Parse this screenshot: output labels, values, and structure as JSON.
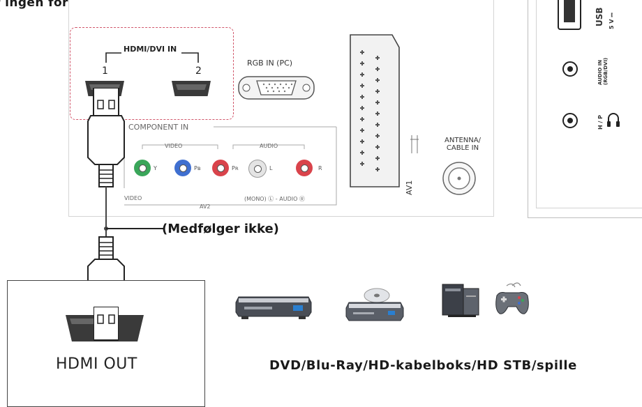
{
  "top_note": "r ingen forskel, hvilken port du benytter.",
  "rear_panel": {
    "hdmi_group_label": "HDMI/DVI IN",
    "hdmi_port_1": "1",
    "hdmi_port_2": "2",
    "rgb_label": "RGB IN (PC)",
    "component_label": "COMPONENT IN",
    "video_group": "VIDEO",
    "audio_group": "AUDIO",
    "y_label": "Y",
    "pb_label": "Pʙ",
    "pr_label": "Pʀ",
    "l_label": "L",
    "r_label": "R",
    "video_label": "VIDEO",
    "av2_label": "AV2",
    "mono_audio_label": "(MONO) Ⓛ - AUDIO Ⓡ",
    "av1_label": "AV1",
    "antenna_label_line1": "ANTENNA/",
    "antenna_label_line2": "CABLE IN"
  },
  "side_panel": {
    "usb_label": "USB",
    "usb_power": "5 V ⎓",
    "audio_in_label": "AUDIO IN (RGB/DVI)",
    "hp_label": "H / P"
  },
  "cable_note": "(Medfølger ikke)",
  "source_device_label": "HDMI OUT",
  "devices_caption": "DVD/Blu-Ray/HD-kabelboks/HD STB/spille",
  "colors": {
    "highlight": "#d1566a",
    "y_green": "#3aa65a",
    "pb_blue": "#3f6fd0",
    "pr_red": "#d9434b",
    "white": "#e8e8e8"
  },
  "icons": [
    "hdmi-port-icon",
    "vga-port-icon",
    "scart-port-icon",
    "coax-port-icon",
    "usb-port-icon",
    "headphone-icon",
    "dvd-player-icon",
    "bluray-player-icon",
    "settop-box-icon",
    "game-controller-icon"
  ]
}
